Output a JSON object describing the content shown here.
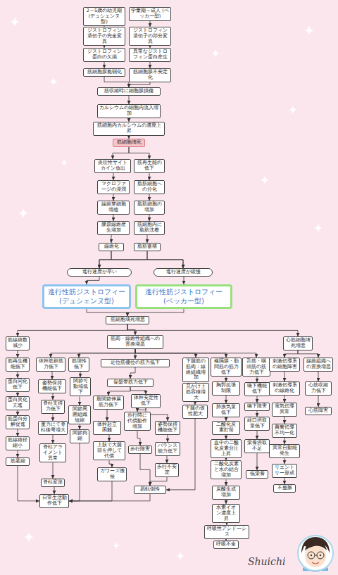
{
  "diagram": {
    "nodes": [
      {
        "text": [
          "2～5歳の幼児期 (デュシェンヌ型)"
        ]
      },
      {
        "text": [
          "学童期～成人 (ベッカー型)"
        ]
      },
      {
        "text": [
          "ジストロフィン遺伝子の完全変異"
        ]
      },
      {
        "text": [
          "ジストロフィン遺伝子の部分変異"
        ]
      },
      {
        "text": [
          "ジストロフィン蛋白の欠損"
        ]
      },
      {
        "text": [
          "異常なジストロフィン蛋白産生"
        ]
      },
      {
        "text": [
          "筋細胞膜脆弱化"
        ]
      },
      {
        "text": [
          "筋細胞膜不安定化"
        ]
      },
      {
        "text": [
          "筋収縮時に細胞膜損傷"
        ]
      },
      {
        "text": [
          "カルシウムの細胞内流入増加"
        ]
      },
      {
        "text": [
          "筋細胞内カルシウムの濃度上昇"
        ]
      },
      {
        "text": [
          "筋細胞壊死"
        ]
      },
      {
        "text": [
          "炎症性サイトカイン放出"
        ]
      },
      {
        "text": [
          "筋再生能の低下"
        ]
      },
      {
        "text": [
          "マクロファージの浸潤"
        ]
      },
      {
        "text": [
          "脂肪細胞への分化"
        ]
      },
      {
        "text": [
          "線維芽細胞増殖"
        ]
      },
      {
        "text": [
          "脂肪細胞の増加"
        ]
      },
      {
        "text": [
          "膠原線維産生増加"
        ]
      },
      {
        "text": [
          "筋細胞内に脂肪沈着"
        ]
      },
      {
        "text": [
          "線維化"
        ]
      },
      {
        "text": [
          "脂肪蓄積"
        ]
      },
      {
        "text": [
          "進行速度が早い"
        ]
      },
      {
        "text": [
          "進行速度が緩慢"
        ]
      },
      {
        "text": [
          "進行性筋ジストロフィー (デュシェンヌ型)"
        ]
      },
      {
        "text": [
          "進行性筋ジストロフィー (ベッカー型)"
        ]
      },
      {
        "text": [
          "筋細胞壊死増悪"
        ]
      },
      {
        "text": [
          "筋線維数減少"
        ]
      },
      {
        "text": [
          "筋肉・線維性組織への置換増悪"
        ]
      },
      {
        "text": [
          "心筋細胞壊死増悪"
        ]
      },
      {
        "text": [
          "筋再生機能低下"
        ]
      },
      {
        "text": [
          "蛋白同化低下"
        ]
      },
      {
        "text": [
          "蛋白異化亢進"
        ]
      },
      {
        "text": [
          "筋蛋白分解促進"
        ]
      },
      {
        "text": [
          "筋線維径縮小"
        ]
      },
      {
        "text": [
          "筋萎縮"
        ]
      },
      {
        "text": [
          "体幹筋群筋力低下"
        ]
      },
      {
        "text": [
          "姿勢保持機能低下"
        ]
      },
      {
        "text": [
          "脊柱支持力低下"
        ]
      },
      {
        "text": [
          "重力にて脊柱後弯増大"
        ]
      },
      {
        "text": [
          "脊柱アライメント異常"
        ]
      },
      {
        "text": [
          "脊柱変形"
        ]
      },
      {
        "text": [
          "筋弾性低下"
        ]
      },
      {
        "text": [
          "関節可動域低下"
        ]
      },
      {
        "text": [
          "関節周囲組織短縮"
        ]
      },
      {
        "text": [
          "関節拘縮"
        ]
      },
      {
        "text": [
          "近位筋優位の筋力低下"
        ]
      },
      {
        "text": [
          "骨盤帯筋力低下"
        ]
      },
      {
        "text": [
          "股関節伸展筋力低下"
        ]
      },
      {
        "text": [
          "体幹安定性低下"
        ]
      },
      {
        "text": [
          "体幹起立困難"
        ]
      },
      {
        "text": [
          "歩行時に代償動作増加"
        ]
      },
      {
        "text": [
          "姿勢保持機能低下"
        ]
      },
      {
        "text": [
          "上肢で大腿部を押して代償"
        ]
      },
      {
        "text": [
          "歩行障害"
        ]
      },
      {
        "text": [
          "バランス能力低下"
        ]
      },
      {
        "text": [
          "ガワーズ徴候"
        ]
      },
      {
        "text": [
          "歩行不安定"
        ]
      },
      {
        "text": [
          "易転倒性"
        ]
      },
      {
        "text": [
          "下腿筋の筋肉：線維組織増加"
        ]
      },
      {
        "text": [
          "見かけ上筋容積増大"
        ]
      },
      {
        "text": [
          "下腿の仮性肥大"
        ]
      },
      {
        "text": [
          "横隔膜・肋間筋の筋力低下"
        ]
      },
      {
        "text": [
          "胸郭拡張制限"
        ]
      },
      {
        "text": [
          "肺換気量低下"
        ]
      },
      {
        "text": [
          "二酸化炭素貯留"
        ]
      },
      {
        "text": [
          "血中の二酸化炭素分圧上昇"
        ]
      },
      {
        "text": [
          "二酸化炭素と水の結合増加"
        ]
      },
      {
        "text": [
          "炭酸生成増加"
        ]
      },
      {
        "text": [
          "水素イオン濃度上昇"
        ]
      },
      {
        "text": [
          "呼吸性アシドーシス"
        ]
      },
      {
        "text": [
          "呼吸不全"
        ]
      },
      {
        "text": [
          "舌筋・咽頭筋の筋力低下"
        ]
      },
      {
        "text": [
          "嚥下機能低下"
        ]
      },
      {
        "text": [
          "嚥下障害"
        ]
      },
      {
        "text": [
          "経口摂取量低下"
        ]
      },
      {
        "text": [
          "栄養摂取不足"
        ]
      },
      {
        "text": [
          "低栄養"
        ]
      },
      {
        "text": [
          "刺激伝導系の細胞障害"
        ]
      },
      {
        "text": [
          "刺激伝導系の線維化"
        ]
      },
      {
        "text": [
          "電気伝導異常"
        ]
      },
      {
        "text": [
          "興奮伝導不均一化"
        ]
      },
      {
        "text": [
          "異常自動能発生"
        ]
      },
      {
        "text": [
          "リエントリー形成"
        ]
      },
      {
        "text": [
          "不整脈"
        ]
      },
      {
        "text": [
          "線維組織への置換増悪"
        ]
      },
      {
        "text": [
          "心筋収縮力低下"
        ]
      },
      {
        "text": [
          "心筋障害"
        ]
      },
      {
        "text": [
          "日常生活動作低下"
        ]
      }
    ],
    "edges": [
      {
        "from": 0,
        "to": 2,
        "arrow": "to"
      },
      {
        "from": 1,
        "to": 3,
        "arrow": "to"
      },
      {
        "from": 2,
        "to": 4,
        "arrow": "to"
      },
      {
        "from": 3,
        "to": 5,
        "arrow": "to"
      },
      {
        "from": 4,
        "to": 6,
        "arrow": "to"
      },
      {
        "from": 5,
        "to": 7,
        "arrow": "to"
      },
      {
        "from": 6,
        "to": 8,
        "arrow": "to"
      },
      {
        "from": 7,
        "to": 8,
        "arrow": "to"
      },
      {
        "from": 8,
        "to": 9,
        "arrow": "to"
      },
      {
        "from": 9,
        "to": 10,
        "arrow": "to"
      },
      {
        "from": 10,
        "to": 11,
        "arrow": "to"
      },
      {
        "from": 11,
        "to": 12,
        "arrow": "to"
      },
      {
        "from": 11,
        "to": 13,
        "arrow": "to"
      },
      {
        "from": 12,
        "to": 14,
        "arrow": "to"
      },
      {
        "from": 13,
        "to": 15,
        "arrow": "to"
      },
      {
        "from": 14,
        "to": 16,
        "arrow": "to"
      },
      {
        "from": 15,
        "to": 17,
        "arrow": "to"
      },
      {
        "from": 16,
        "to": 18,
        "arrow": "to"
      },
      {
        "from": 17,
        "to": 19,
        "arrow": "to"
      },
      {
        "from": 18,
        "to": 20,
        "arrow": "to"
      },
      {
        "from": 19,
        "to": 21,
        "arrow": "to"
      },
      {
        "from": 20,
        "to": 22,
        "arrow": "to"
      },
      {
        "from": 20,
        "to": 23,
        "arrow": "to"
      },
      {
        "from": 21,
        "to": 22,
        "arrow": "to"
      },
      {
        "from": 21,
        "to": 23,
        "arrow": "to"
      },
      {
        "from": 22,
        "to": 24,
        "arrow": "to"
      },
      {
        "from": 23,
        "to": 25,
        "arrow": "to"
      },
      {
        "from": 24,
        "to": 26,
        "arrow": "to"
      },
      {
        "from": 25,
        "to": 26,
        "arrow": "to"
      },
      {
        "from": 26,
        "to": 27,
        "arrow": "to"
      },
      {
        "from": 26,
        "to": 28,
        "arrow": "to"
      },
      {
        "from": 26,
        "to": 29,
        "arrow": "to"
      },
      {
        "from": 27,
        "to": 30,
        "arrow": "to"
      },
      {
        "from": 30,
        "to": 31,
        "arrow": "to"
      },
      {
        "from": 31,
        "to": 32,
        "arrow": "to"
      },
      {
        "from": 32,
        "to": 33,
        "arrow": "to"
      },
      {
        "from": 33,
        "to": 34,
        "arrow": "to"
      },
      {
        "from": 34,
        "to": 35,
        "arrow": "to"
      },
      {
        "from": 35,
        "to": 88,
        "arrow": "to"
      },
      {
        "from": 28,
        "to": 36,
        "arrow": "to"
      },
      {
        "from": 28,
        "to": 42,
        "arrow": "to"
      },
      {
        "from": 28,
        "to": 46,
        "arrow": "to"
      },
      {
        "from": 28,
        "to": 59,
        "arrow": "to"
      },
      {
        "from": 28,
        "to": 62,
        "arrow": "to"
      },
      {
        "from": 28,
        "to": 72,
        "arrow": "to"
      },
      {
        "from": 36,
        "to": 37,
        "arrow": "to"
      },
      {
        "from": 37,
        "to": 38,
        "arrow": "to"
      },
      {
        "from": 38,
        "to": 39,
        "arrow": "to"
      },
      {
        "from": 39,
        "to": 40,
        "arrow": "to"
      },
      {
        "from": 40,
        "to": 41,
        "arrow": "to"
      },
      {
        "from": 41,
        "to": 88,
        "arrow": "to"
      },
      {
        "from": 42,
        "to": 43,
        "arrow": "to"
      },
      {
        "from": 43,
        "to": 44,
        "arrow": "to"
      },
      {
        "from": 44,
        "to": 45,
        "arrow": "to"
      },
      {
        "from": 45,
        "to": 88,
        "arrow": "to"
      },
      {
        "from": 46,
        "to": 47,
        "arrow": "to"
      },
      {
        "from": 47,
        "to": 48,
        "arrow": "to"
      },
      {
        "from": 47,
        "to": 49,
        "arrow": "to"
      },
      {
        "from": 48,
        "to": 50,
        "arrow": "to"
      },
      {
        "from": 50,
        "to": 53,
        "arrow": "to"
      },
      {
        "from": 53,
        "to": 56,
        "arrow": "to"
      },
      {
        "from": 56,
        "to": 88,
        "arrow": "to"
      },
      {
        "from": 49,
        "to": 51,
        "arrow": "to"
      },
      {
        "from": 49,
        "to": 52,
        "arrow": "to"
      },
      {
        "from": 51,
        "to": 54,
        "arrow": "to"
      },
      {
        "from": 52,
        "to": 55,
        "arrow": "to"
      },
      {
        "from": 55,
        "to": 57,
        "arrow": "to"
      },
      {
        "from": 54,
        "to": 58,
        "arrow": "to"
      },
      {
        "from": 57,
        "to": 58,
        "arrow": "to"
      },
      {
        "from": 58,
        "to": 88,
        "arrow": "to"
      },
      {
        "from": 59,
        "to": 60,
        "arrow": "to"
      },
      {
        "from": 60,
        "to": 61,
        "arrow": "to"
      },
      {
        "from": 61,
        "to": 58,
        "arrow": "to"
      },
      {
        "from": 62,
        "to": 63,
        "arrow": "to"
      },
      {
        "from": 63,
        "to": 64,
        "arrow": "to"
      },
      {
        "from": 64,
        "to": 65,
        "arrow": "to"
      },
      {
        "from": 65,
        "to": 66,
        "arrow": "to"
      },
      {
        "from": 66,
        "to": 67,
        "arrow": "to"
      },
      {
        "from": 67,
        "to": 68,
        "arrow": "to"
      },
      {
        "from": 68,
        "to": 69,
        "arrow": "to"
      },
      {
        "from": 69,
        "to": 70,
        "arrow": "to"
      },
      {
        "from": 70,
        "to": 71,
        "arrow": "to"
      },
      {
        "from": 72,
        "to": 73,
        "arrow": "to"
      },
      {
        "from": 73,
        "to": 74,
        "arrow": "to"
      },
      {
        "from": 74,
        "to": 75,
        "arrow": "to"
      },
      {
        "from": 75,
        "to": 76,
        "arrow": "to"
      },
      {
        "from": 76,
        "to": 77,
        "arrow": "to"
      },
      {
        "from": 29,
        "to": 78,
        "arrow": "to"
      },
      {
        "from": 29,
        "to": 85,
        "arrow": "to"
      },
      {
        "from": 78,
        "to": 79,
        "arrow": "to"
      },
      {
        "from": 79,
        "to": 80,
        "arrow": "to"
      },
      {
        "from": 80,
        "to": 81,
        "arrow": "to"
      },
      {
        "from": 81,
        "to": 82,
        "arrow": "to"
      },
      {
        "from": 82,
        "to": 83,
        "arrow": "to"
      },
      {
        "from": 83,
        "to": 84,
        "arrow": "to"
      },
      {
        "from": 85,
        "to": 86,
        "arrow": "to"
      },
      {
        "from": 86,
        "to": 87,
        "arrow": "to"
      }
    ],
    "labels": [
      "Shuichi"
    ]
  }
}
